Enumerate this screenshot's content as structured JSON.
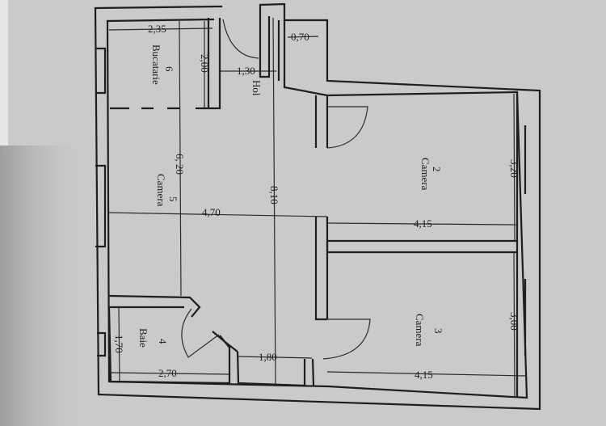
{
  "plan": {
    "rooms": [
      {
        "number": "6",
        "name": "Bucatarie"
      },
      {
        "number": "",
        "name": "Hol"
      },
      {
        "number": "2",
        "name": "Camera"
      },
      {
        "number": "5",
        "name": "Camera"
      },
      {
        "number": "3",
        "name": "Camera"
      },
      {
        "number": "4",
        "name": "Baie"
      }
    ],
    "dimensions": {
      "kitchen_width": "2,35",
      "kitchen_depth": "2,00",
      "hall_door": "1,30",
      "shaft": "0,70",
      "room2_depth": "3,20",
      "room2_width": "4,15",
      "room5_length": "6, 20",
      "room5_width": "4,70",
      "hall_length": "8,10",
      "room3_depth": "3,00",
      "room3_width": "4,15",
      "bath_depth": "1,70",
      "bath_width": "2,70",
      "hall_width": "1,80"
    }
  }
}
